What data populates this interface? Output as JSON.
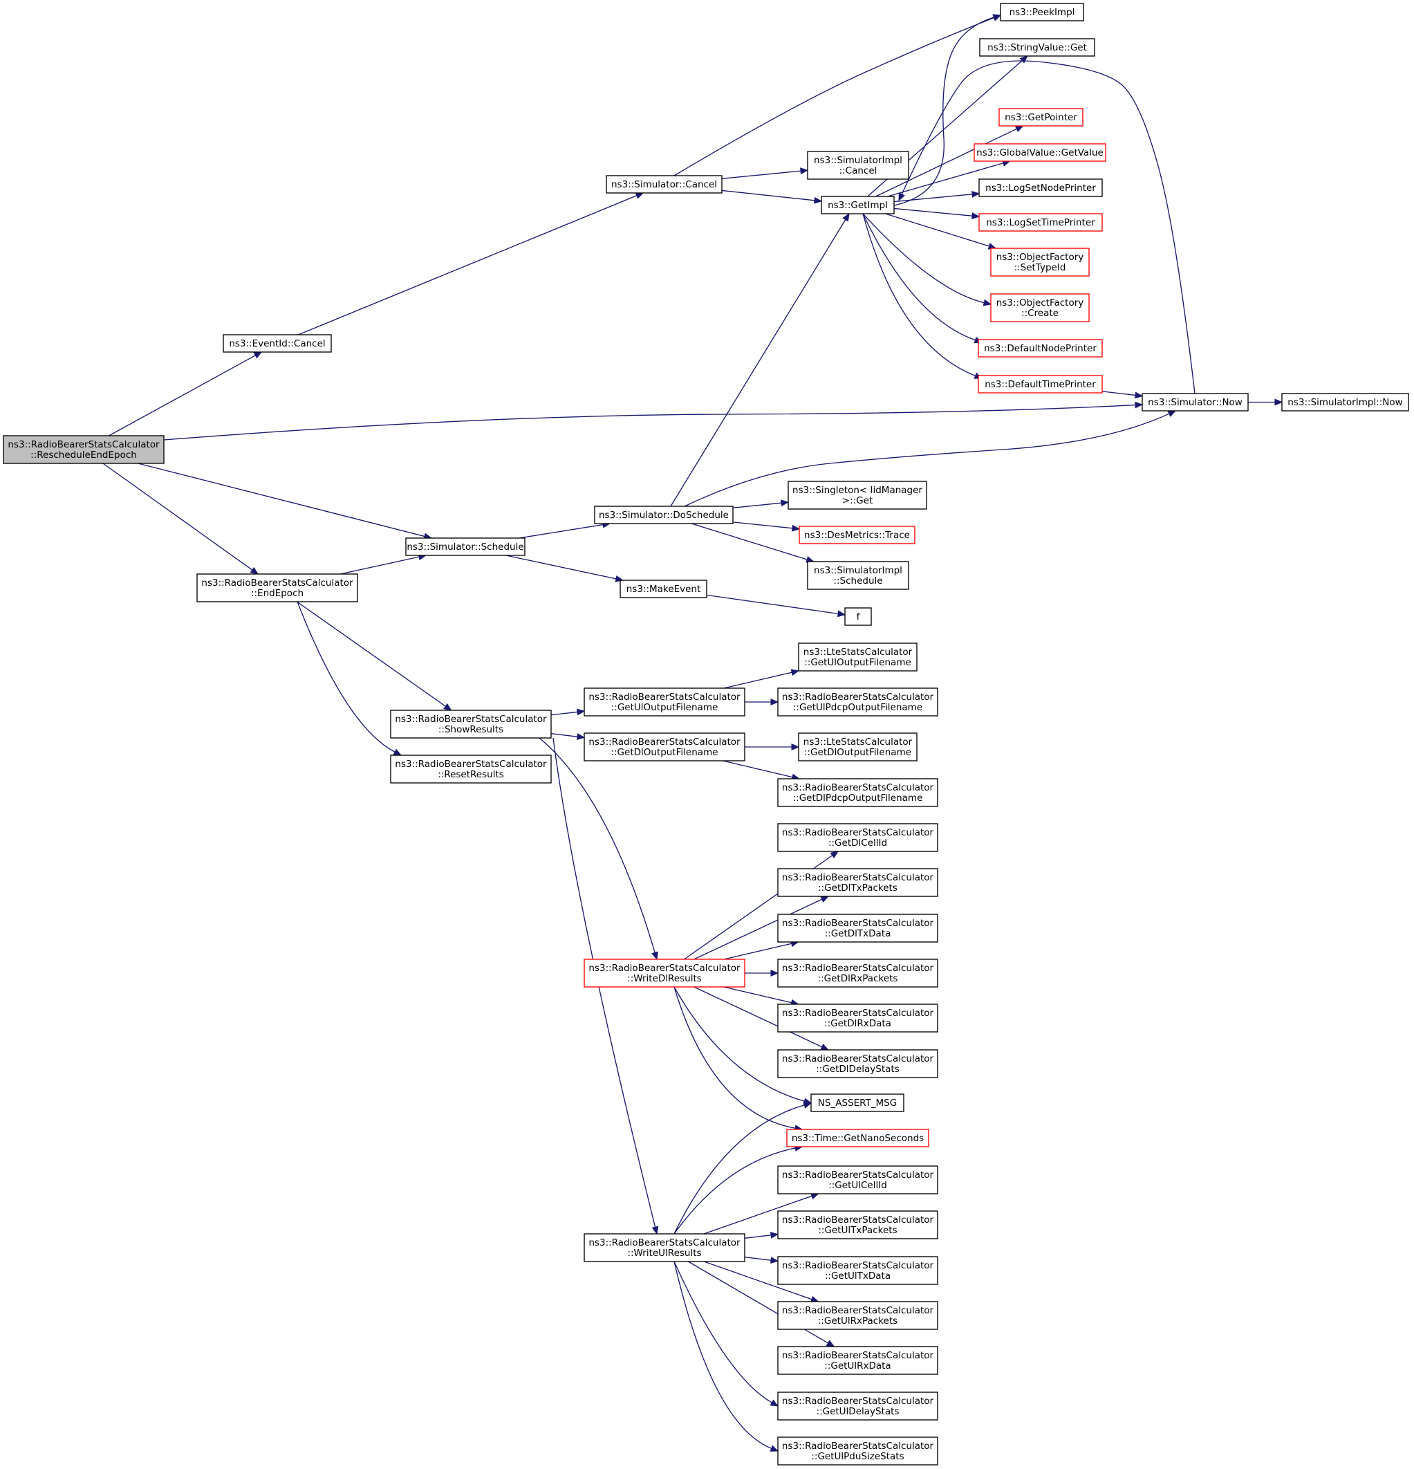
{
  "colors": {
    "edge": "#191970",
    "node_border": "#000000",
    "node_border_truncated": "#ff0000",
    "root_fill": "#bfbfbf",
    "node_fill": "#ffffff"
  },
  "nodes": [
    {
      "id": "root",
      "lines": [
        "ns3::RadioBearerStatsCalculator",
        "::RescheduleEndEpoch"
      ],
      "root": true
    },
    {
      "id": "eventid_cancel",
      "lines": [
        "ns3::EventId::Cancel"
      ]
    },
    {
      "id": "sim_cancel",
      "lines": [
        "ns3::Simulator::Cancel"
      ]
    },
    {
      "id": "peekimpl",
      "lines": [
        "ns3::PeekImpl"
      ]
    },
    {
      "id": "simimpl_cancel",
      "lines": [
        "ns3::SimulatorImpl",
        "::Cancel"
      ]
    },
    {
      "id": "getimpl",
      "lines": [
        "ns3::GetImpl"
      ]
    },
    {
      "id": "stringvalue_get",
      "lines": [
        "ns3::StringValue::Get"
      ]
    },
    {
      "id": "getpointer",
      "lines": [
        "ns3::GetPointer"
      ],
      "truncated": true
    },
    {
      "id": "globalvalue_getvalue",
      "lines": [
        "ns3::GlobalValue::GetValue"
      ],
      "truncated": true
    },
    {
      "id": "logsetnodeprinter",
      "lines": [
        "ns3::LogSetNodePrinter"
      ]
    },
    {
      "id": "logsettimeprinter",
      "lines": [
        "ns3::LogSetTimePrinter"
      ],
      "truncated": true
    },
    {
      "id": "objectfactory_settypeid",
      "lines": [
        "ns3::ObjectFactory",
        "::SetTypeId"
      ],
      "truncated": true
    },
    {
      "id": "objectfactory_create",
      "lines": [
        "ns3::ObjectFactory",
        "::Create"
      ],
      "truncated": true
    },
    {
      "id": "defaultnodeprinter",
      "lines": [
        "ns3::DefaultNodePrinter"
      ],
      "truncated": true
    },
    {
      "id": "defaulttimeprinter",
      "lines": [
        "ns3::DefaultTimePrinter"
      ],
      "truncated": true
    },
    {
      "id": "sim_now",
      "lines": [
        "ns3::Simulator::Now"
      ]
    },
    {
      "id": "simimpl_now",
      "lines": [
        "ns3::SimulatorImpl::Now"
      ]
    },
    {
      "id": "sim_schedule",
      "lines": [
        "ns3::Simulator::Schedule"
      ]
    },
    {
      "id": "sim_doschedule",
      "lines": [
        "ns3::Simulator::DoSchedule"
      ]
    },
    {
      "id": "singleton_get",
      "lines": [
        "ns3::Singleton< IidManager",
        " >::Get"
      ]
    },
    {
      "id": "desmetrics_trace",
      "lines": [
        "ns3::DesMetrics::Trace"
      ],
      "truncated": true
    },
    {
      "id": "simimpl_schedule",
      "lines": [
        "ns3::SimulatorImpl",
        "::Schedule"
      ]
    },
    {
      "id": "makeevent",
      "lines": [
        "ns3::MakeEvent"
      ]
    },
    {
      "id": "f",
      "lines": [
        "f"
      ]
    },
    {
      "id": "endepoch",
      "lines": [
        "ns3::RadioBearerStatsCalculator",
        "::EndEpoch"
      ]
    },
    {
      "id": "showresults",
      "lines": [
        "ns3::RadioBearerStatsCalculator",
        "::ShowResults"
      ]
    },
    {
      "id": "resetresults",
      "lines": [
        "ns3::RadioBearerStatsCalculator",
        "::ResetResults"
      ]
    },
    {
      "id": "getuloutputfilename",
      "lines": [
        "ns3::RadioBearerStatsCalculator",
        "::GetUlOutputFilename"
      ]
    },
    {
      "id": "lte_getuloutputfilename",
      "lines": [
        "ns3::LteStatsCalculator",
        "::GetUlOutputFilename"
      ]
    },
    {
      "id": "getulpdcpoutputfilename",
      "lines": [
        "ns3::RadioBearerStatsCalculator",
        "::GetUlPdcpOutputFilename"
      ]
    },
    {
      "id": "getdloutputfilename",
      "lines": [
        "ns3::RadioBearerStatsCalculator",
        "::GetDlOutputFilename"
      ]
    },
    {
      "id": "lte_getdloutputfilename",
      "lines": [
        "ns3::LteStatsCalculator",
        "::GetDlOutputFilename"
      ]
    },
    {
      "id": "getdlpdcpoutputfilename",
      "lines": [
        "ns3::RadioBearerStatsCalculator",
        "::GetDlPdcpOutputFilename"
      ]
    },
    {
      "id": "writedlresults",
      "lines": [
        "ns3::RadioBearerStatsCalculator",
        "::WriteDlResults"
      ],
      "truncated": true
    },
    {
      "id": "getdlcellid",
      "lines": [
        "ns3::RadioBearerStatsCalculator",
        "::GetDlCellId"
      ]
    },
    {
      "id": "getdltxpackets",
      "lines": [
        "ns3::RadioBearerStatsCalculator",
        "::GetDlTxPackets"
      ]
    },
    {
      "id": "getdltxdata",
      "lines": [
        "ns3::RadioBearerStatsCalculator",
        "::GetDlTxData"
      ]
    },
    {
      "id": "getdlrxpackets",
      "lines": [
        "ns3::RadioBearerStatsCalculator",
        "::GetDlRxPackets"
      ]
    },
    {
      "id": "getdlrxdata",
      "lines": [
        "ns3::RadioBearerStatsCalculator",
        "::GetDlRxData"
      ]
    },
    {
      "id": "getdldelaystats",
      "lines": [
        "ns3::RadioBearerStatsCalculator",
        "::GetDlDelayStats"
      ]
    },
    {
      "id": "ns_assert_msg",
      "lines": [
        "NS_ASSERT_MSG"
      ]
    },
    {
      "id": "time_getnanoseconds",
      "lines": [
        "ns3::Time::GetNanoSeconds"
      ],
      "truncated": true
    },
    {
      "id": "writeulresults",
      "lines": [
        "ns3::RadioBearerStatsCalculator",
        "::WriteUlResults"
      ]
    },
    {
      "id": "getulcellid",
      "lines": [
        "ns3::RadioBearerStatsCalculator",
        "::GetUlCellId"
      ]
    },
    {
      "id": "getultxpackets",
      "lines": [
        "ns3::RadioBearerStatsCalculator",
        "::GetUlTxPackets"
      ]
    },
    {
      "id": "getultxdata",
      "lines": [
        "ns3::RadioBearerStatsCalculator",
        "::GetUlTxData"
      ]
    },
    {
      "id": "getulrxpackets",
      "lines": [
        "ns3::RadioBearerStatsCalculator",
        "::GetUlRxPackets"
      ]
    },
    {
      "id": "getulrxdata",
      "lines": [
        "ns3::RadioBearerStatsCalculator",
        "::GetUlRxData"
      ]
    },
    {
      "id": "getuldelaystats",
      "lines": [
        "ns3::RadioBearerStatsCalculator",
        "::GetUlDelayStats"
      ]
    },
    {
      "id": "getulpdusizestats",
      "lines": [
        "ns3::RadioBearerStatsCalculator",
        "::GetUlPduSizeStats"
      ]
    }
  ],
  "edges": [
    [
      "root",
      "eventid_cancel"
    ],
    [
      "root",
      "sim_now"
    ],
    [
      "root",
      "sim_schedule"
    ],
    [
      "root",
      "endepoch"
    ],
    [
      "eventid_cancel",
      "sim_cancel"
    ],
    [
      "sim_cancel",
      "peekimpl"
    ],
    [
      "sim_cancel",
      "simimpl_cancel"
    ],
    [
      "sim_cancel",
      "getimpl"
    ],
    [
      "getimpl",
      "peekimpl"
    ],
    [
      "getimpl",
      "stringvalue_get"
    ],
    [
      "getimpl",
      "getpointer"
    ],
    [
      "getimpl",
      "globalvalue_getvalue"
    ],
    [
      "getimpl",
      "logsetnodeprinter"
    ],
    [
      "getimpl",
      "logsettimeprinter"
    ],
    [
      "getimpl",
      "objectfactory_settypeid"
    ],
    [
      "getimpl",
      "objectfactory_create"
    ],
    [
      "getimpl",
      "defaultnodeprinter"
    ],
    [
      "getimpl",
      "defaulttimeprinter"
    ],
    [
      "defaulttimeprinter",
      "sim_now"
    ],
    [
      "sim_now",
      "getimpl"
    ],
    [
      "sim_now",
      "simimpl_now"
    ],
    [
      "sim_schedule",
      "sim_doschedule"
    ],
    [
      "sim_schedule",
      "makeevent"
    ],
    [
      "sim_doschedule",
      "getimpl"
    ],
    [
      "sim_doschedule",
      "sim_now"
    ],
    [
      "sim_doschedule",
      "singleton_get"
    ],
    [
      "sim_doschedule",
      "desmetrics_trace"
    ],
    [
      "sim_doschedule",
      "simimpl_schedule"
    ],
    [
      "makeevent",
      "f"
    ],
    [
      "endepoch",
      "sim_schedule"
    ],
    [
      "endepoch",
      "showresults"
    ],
    [
      "endepoch",
      "resetresults"
    ],
    [
      "showresults",
      "getuloutputfilename"
    ],
    [
      "showresults",
      "getdloutputfilename"
    ],
    [
      "showresults",
      "writedlresults"
    ],
    [
      "showresults",
      "writeulresults"
    ],
    [
      "getuloutputfilename",
      "lte_getuloutputfilename"
    ],
    [
      "getuloutputfilename",
      "getulpdcpoutputfilename"
    ],
    [
      "getdloutputfilename",
      "lte_getdloutputfilename"
    ],
    [
      "getdloutputfilename",
      "getdlpdcpoutputfilename"
    ],
    [
      "writedlresults",
      "getdlcellid"
    ],
    [
      "writedlresults",
      "getdltxpackets"
    ],
    [
      "writedlresults",
      "getdltxdata"
    ],
    [
      "writedlresults",
      "getdlrxpackets"
    ],
    [
      "writedlresults",
      "getdlrxdata"
    ],
    [
      "writedlresults",
      "getdldelaystats"
    ],
    [
      "writedlresults",
      "ns_assert_msg"
    ],
    [
      "writedlresults",
      "time_getnanoseconds"
    ],
    [
      "writeulresults",
      "ns_assert_msg"
    ],
    [
      "writeulresults",
      "time_getnanoseconds"
    ],
    [
      "writeulresults",
      "getulcellid"
    ],
    [
      "writeulresults",
      "getultxpackets"
    ],
    [
      "writeulresults",
      "getultxdata"
    ],
    [
      "writeulresults",
      "getulrxpackets"
    ],
    [
      "writeulresults",
      "getulrxdata"
    ],
    [
      "writeulresults",
      "getuldelaystats"
    ],
    [
      "writeulresults",
      "getulpdusizestats"
    ]
  ]
}
